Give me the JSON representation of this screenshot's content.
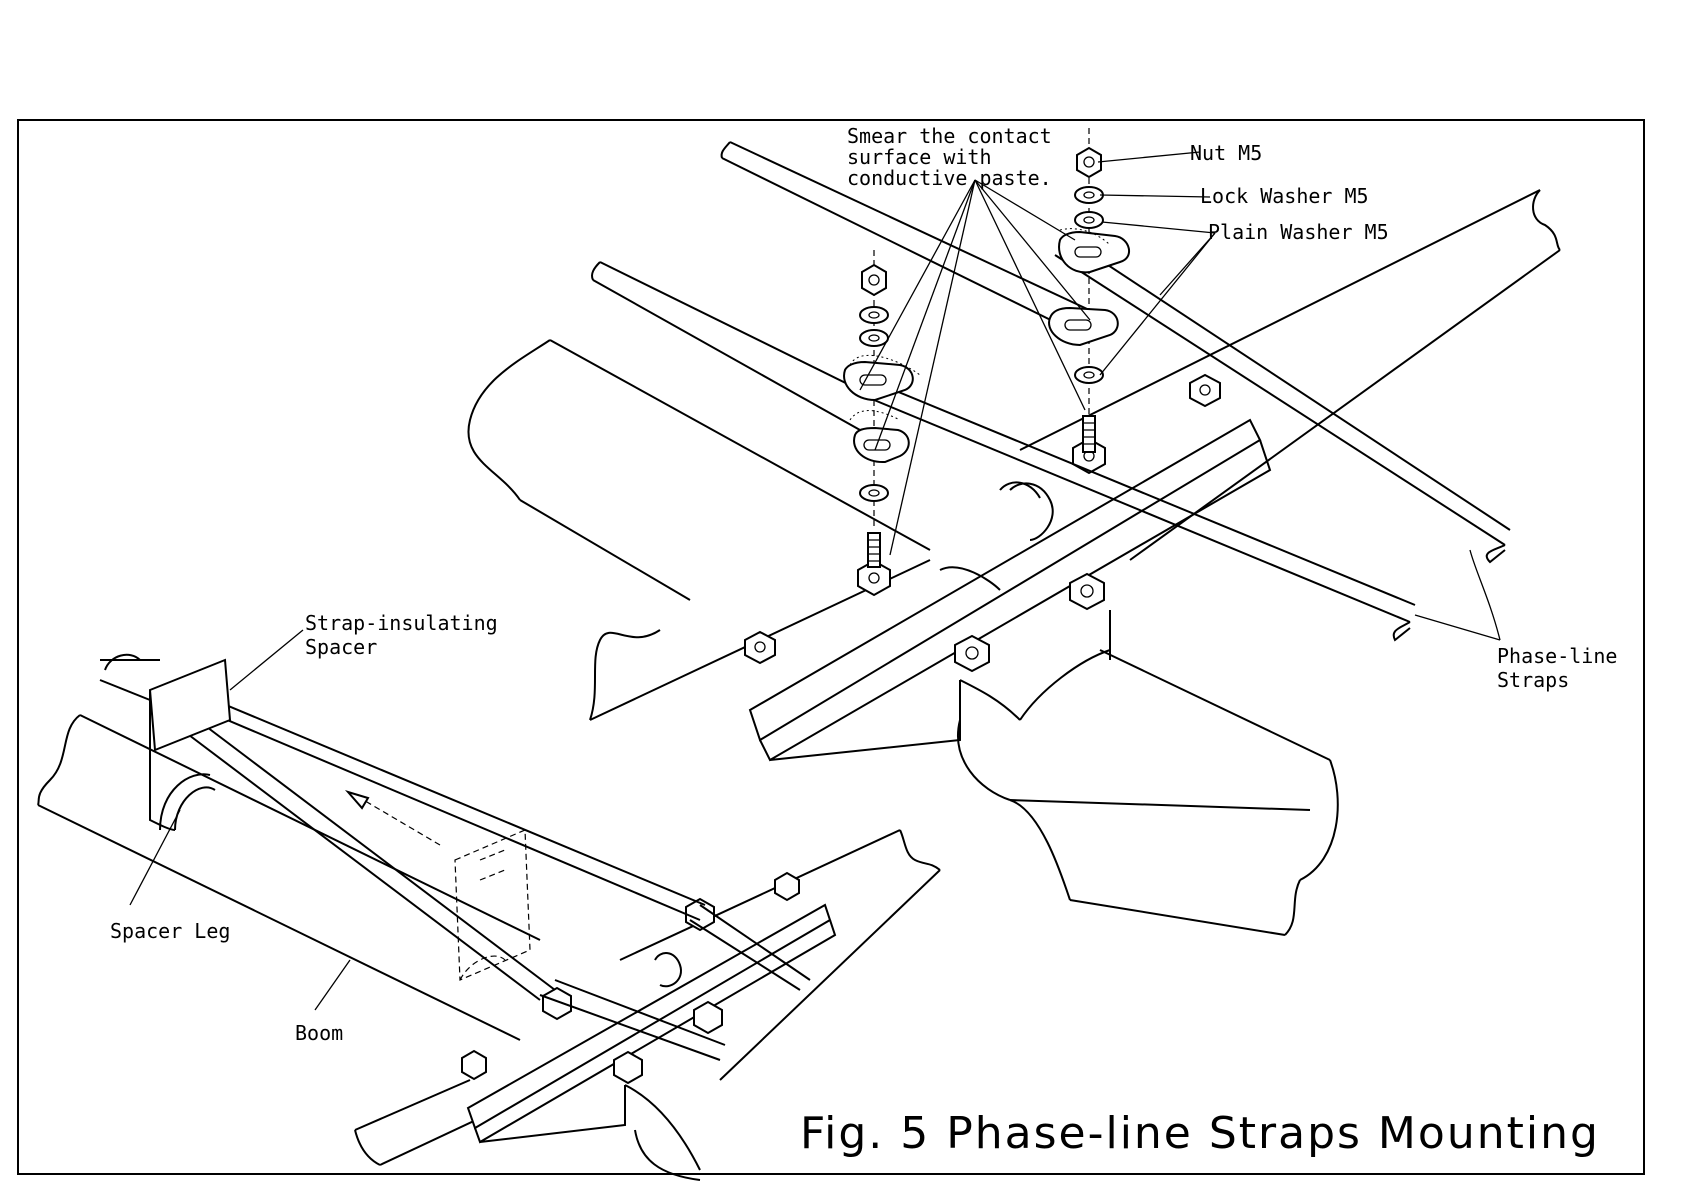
{
  "figure": {
    "title": "Fig. 5 Phase-line Straps Mounting"
  },
  "labels": {
    "smear_line1": "Smear the contact",
    "smear_line2": "surface with",
    "smear_line3": "conductive paste.",
    "nut": "Nut M5",
    "lock_washer": "Lock Washer M5",
    "plain_washer": "Plain Washer M5",
    "phase_line_1": "Phase-line",
    "phase_line_2": "Straps",
    "strap_spacer_1": "Strap-insulating",
    "strap_spacer_2": "Spacer",
    "spacer_leg": "Spacer Leg",
    "boom": "Boom"
  }
}
